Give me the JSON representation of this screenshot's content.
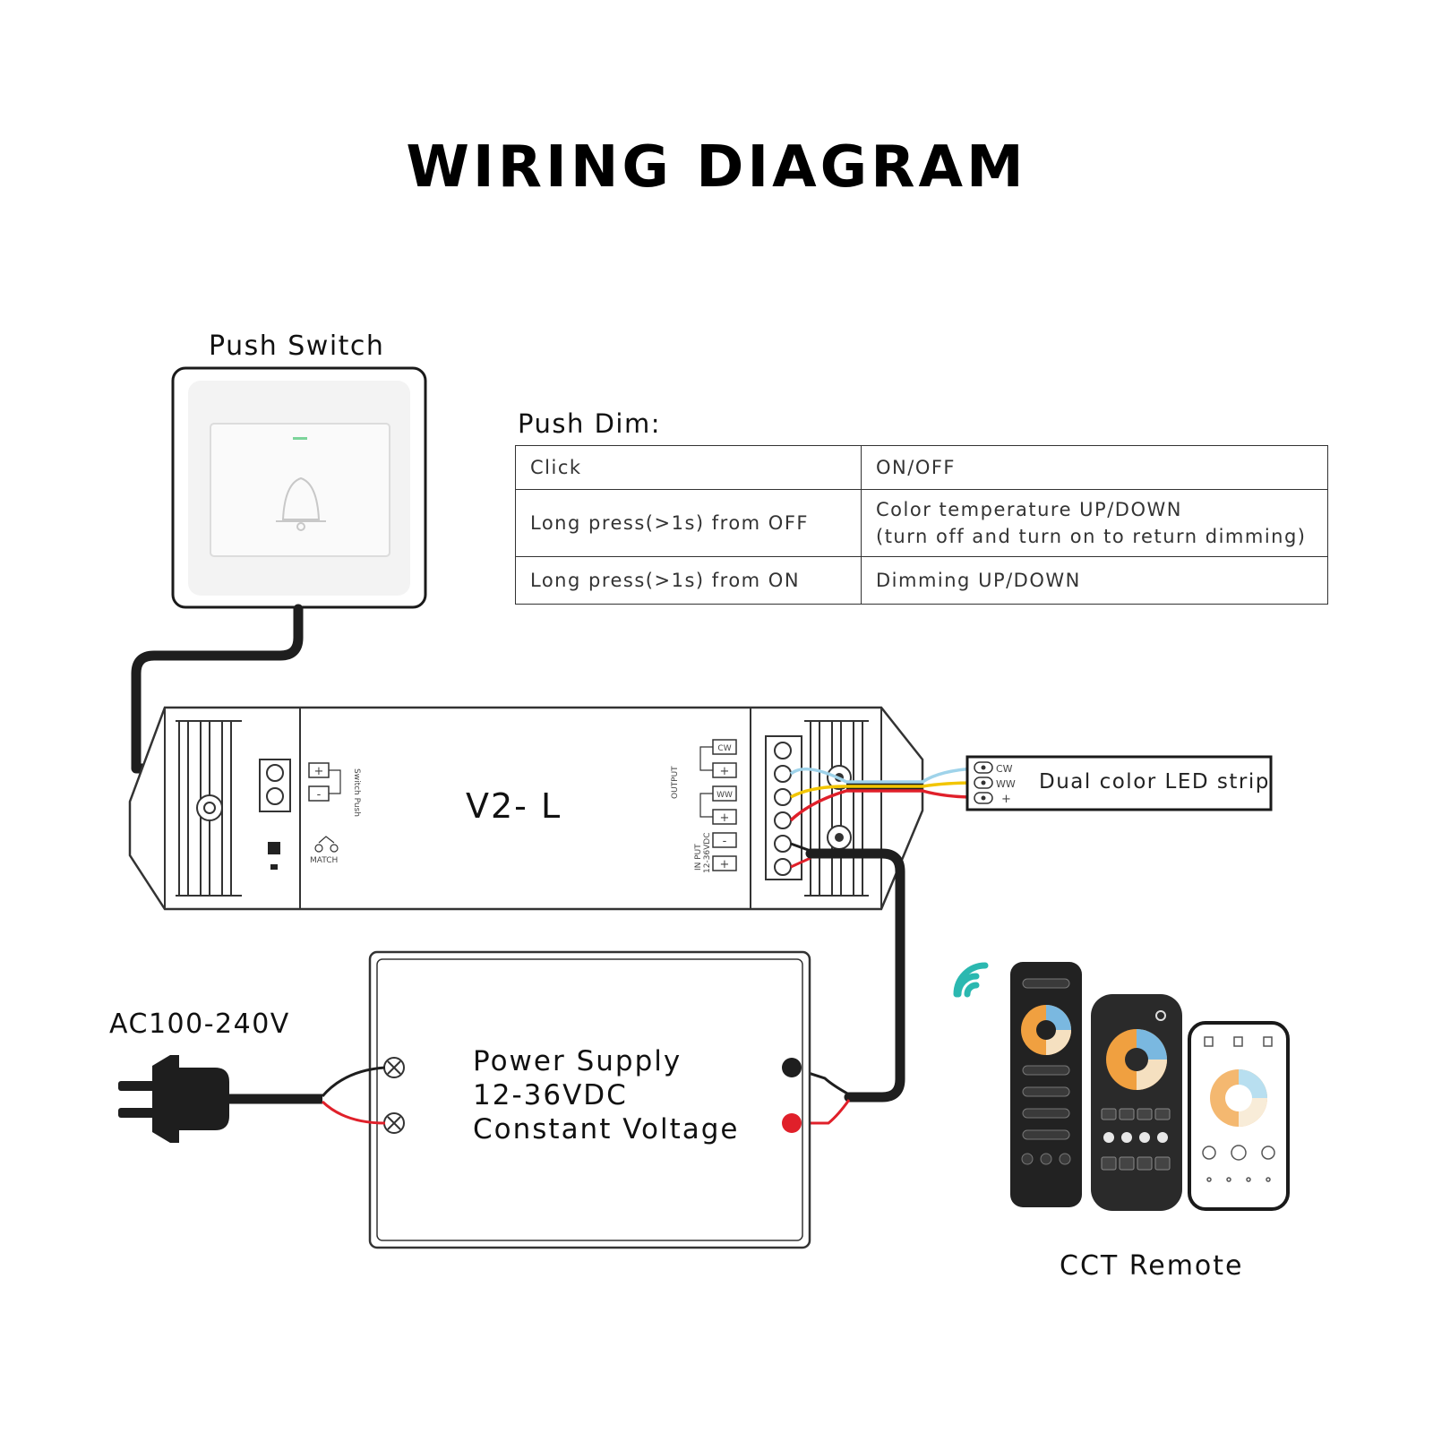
{
  "title": "WIRING DIAGRAM",
  "push_switch": {
    "label": "Push Switch"
  },
  "push_dim": {
    "title": "Push Dim:",
    "rows": [
      {
        "action": "Click",
        "result": [
          "ON/OFF"
        ]
      },
      {
        "action": "Long press(>1s) from OFF",
        "result": [
          "Color temperature UP/DOWN",
          "(turn off and turn on to return dimming)"
        ]
      },
      {
        "action": "Long press(>1s) from ON",
        "result": [
          "Dimming UP/DOWN"
        ]
      }
    ]
  },
  "controller": {
    "model": "V2- L",
    "terminals": {
      "plus": "+",
      "minus": "-",
      "cw": "CW",
      "ww": "WW"
    },
    "side_labels": {
      "output": "OUTPUT",
      "input": "IN PUT",
      "input_voltage": "12-36VDC",
      "switch_push": "Switch Push",
      "match": "MATCH"
    }
  },
  "led_strip": {
    "label": "Dual color LED strip",
    "pins": [
      "CW",
      "WW",
      "+"
    ]
  },
  "ac_input": {
    "label": "AC100-240V"
  },
  "power_supply": {
    "lines": [
      "Power Supply",
      "12-36VDC",
      "Constant Voltage"
    ]
  },
  "remote": {
    "label": "CCT Remote"
  },
  "colors": {
    "wire_black": "#1e1e1e",
    "wire_red": "#e0202a",
    "wire_yellow": "#f2c500",
    "wire_blue": "#9fd3ea",
    "cct_warm": "#f0a040",
    "cct_cool": "#7ab8e0"
  }
}
